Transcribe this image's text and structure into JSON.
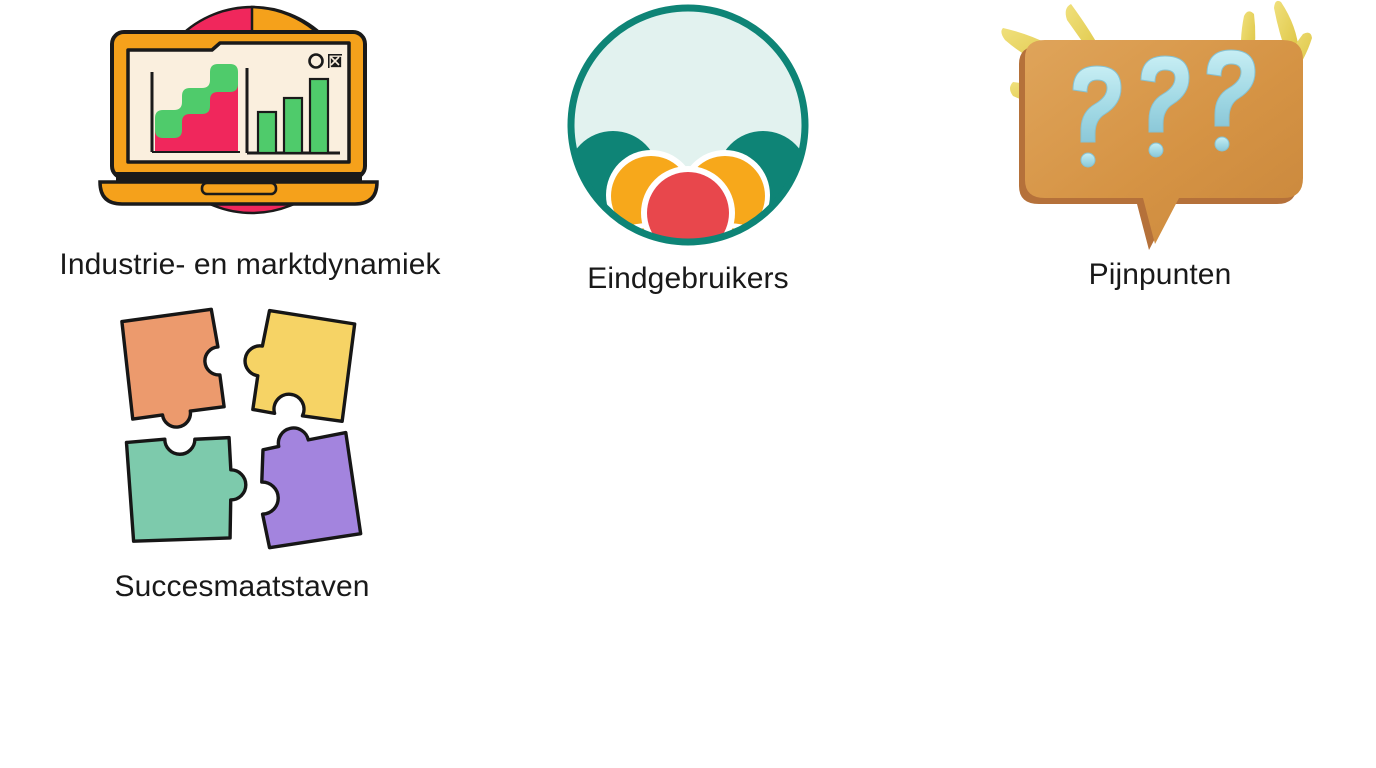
{
  "page": {
    "background": "#ffffff",
    "text_color": "#191919"
  },
  "items": [
    {
      "id": "industry",
      "label": "Industrie- en marktdynamiek",
      "icon": "laptop-analytics-icon",
      "colors": {
        "pie_pink": "#F0275C",
        "pie_orange": "#F5A11B",
        "laptop_frame": "#F5A11B",
        "screen_bg": "#FAEFDE",
        "chart_green": "#4FCB6B",
        "chart_pink": "#F0275C",
        "outline": "#1A1A1A"
      }
    },
    {
      "id": "endusers",
      "label": "Eindgebruikers",
      "icon": "user-group-icon",
      "colors": {
        "ring": "#0E8476",
        "circle_fill": "#E2F2EF",
        "person_back": "#0E8476",
        "person_mid": "#F7A81B",
        "person_front": "#E8474C"
      }
    },
    {
      "id": "painpoints",
      "label": "Pijnpunten",
      "icon": "speech-bubble-question-icon",
      "colors": {
        "bubble": "#D59344",
        "bubble_shadow": "#B5713A",
        "question_mark": "#A8DCE6",
        "spark": "#E7D258"
      },
      "question_marks": "???"
    },
    {
      "id": "success",
      "label": "Succesmaatstaven",
      "icon": "puzzle-pieces-icon",
      "colors": {
        "piece_top_left": "#EC9A6D",
        "piece_top_right": "#F6D365",
        "piece_bottom_left": "#7DCAAC",
        "piece_bottom_right": "#A384DE",
        "outline": "#161616"
      }
    }
  ]
}
